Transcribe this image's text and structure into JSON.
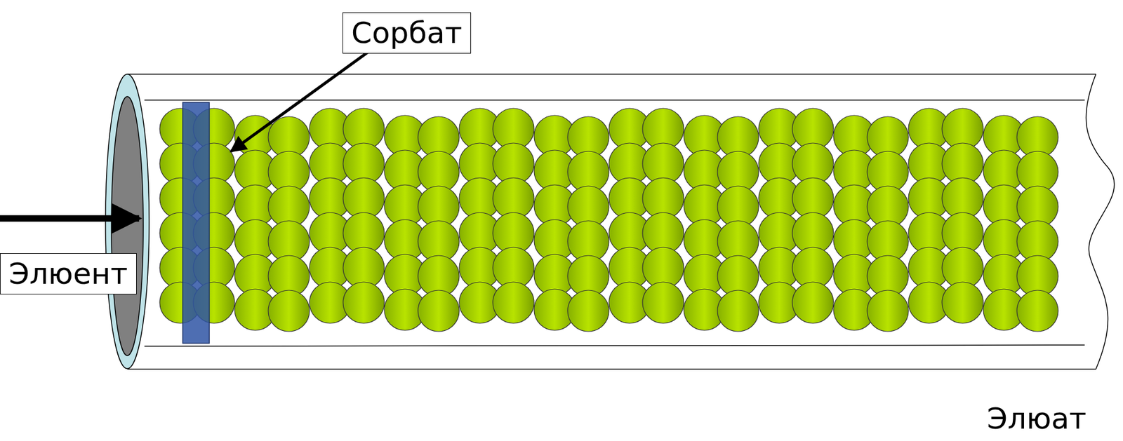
{
  "diagram": {
    "nodes": [
      {
        "text": [
          "Сорбат"
        ]
      },
      {
        "text": [
          "Элюент"
        ]
      }
    ],
    "labels": [
      "Элюат"
    ]
  }
}
